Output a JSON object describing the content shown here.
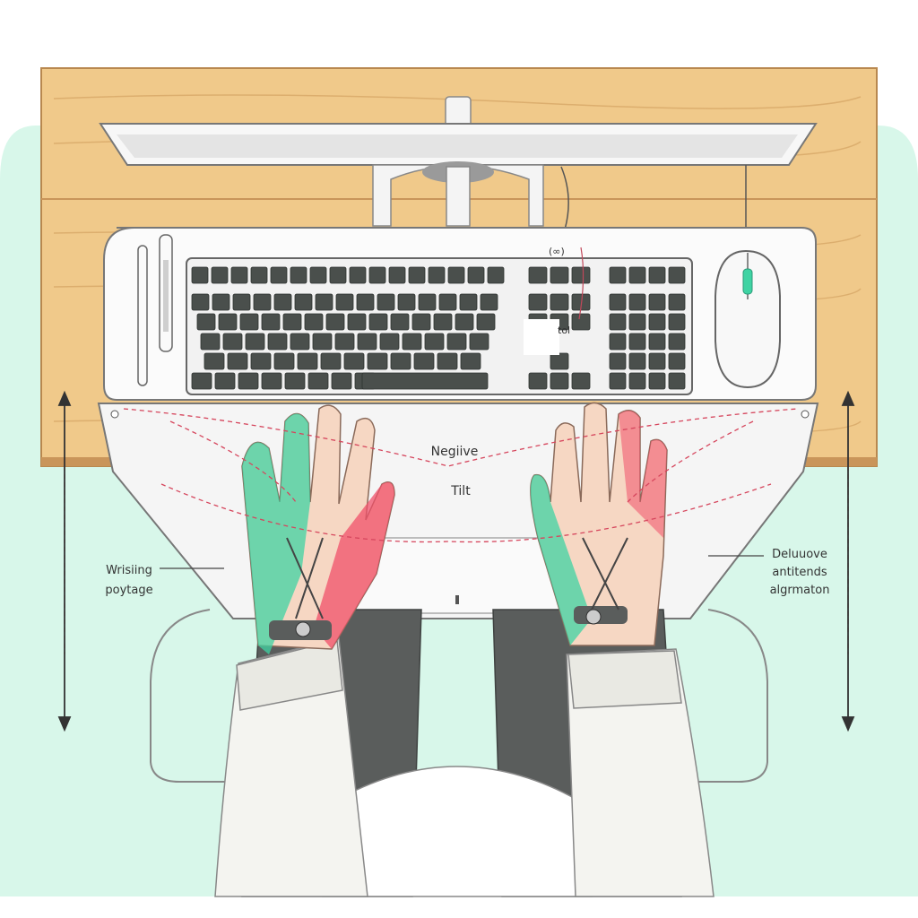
{
  "labels": {
    "tilt_line1": "Negiive",
    "tilt_line2": "Tilt",
    "left_line1": "Wrisiing",
    "left_line2": "poytage",
    "right_line1": "Deluuove",
    "right_line2": "antitends",
    "right_line3": "algrmaton",
    "keypad_mark_top": "(∞)",
    "keypad_mark_mid": "tol"
  },
  "colors": {
    "mint_background": "#d8f7ea",
    "desk_wood": "#f0c98a",
    "desk_edge": "#c9955a",
    "tray": "#fbfbfb",
    "keyboard_body": "#f2f2f2",
    "key": "#4a4f4c",
    "skin": "#f6d7c3",
    "green_highlight": "#3fd3a3",
    "red_highlight": "#f0506a",
    "sleeve": "#f4f4f0",
    "pants": "#5a5d5c",
    "measure_line": "#d6465d"
  }
}
